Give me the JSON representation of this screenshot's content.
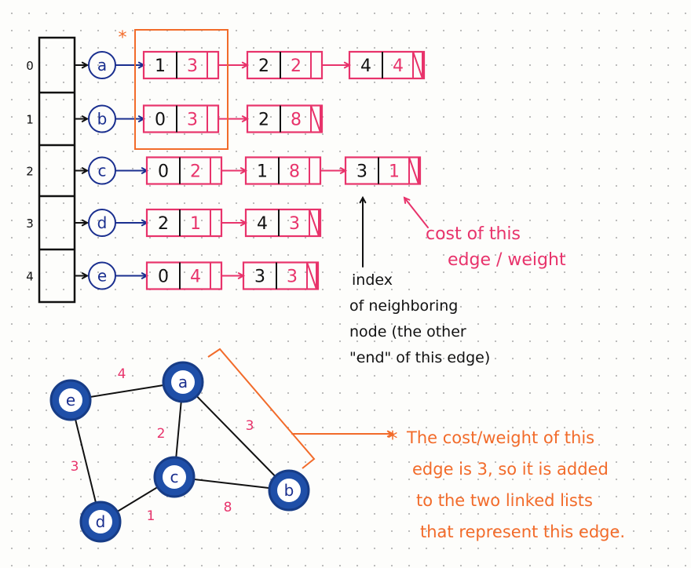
{
  "array": {
    "indices": [
      "0",
      "1",
      "2",
      "3",
      "4"
    ]
  },
  "nodes": [
    "a",
    "b",
    "c",
    "d",
    "e"
  ],
  "lists": [
    [
      {
        "idx": "1",
        "w": "3"
      },
      {
        "idx": "2",
        "w": "2"
      },
      {
        "idx": "4",
        "w": "4"
      }
    ],
    [
      {
        "idx": "0",
        "w": "3"
      },
      {
        "idx": "2",
        "w": "8"
      }
    ],
    [
      {
        "idx": "0",
        "w": "2"
      },
      {
        "idx": "1",
        "w": "8"
      },
      {
        "idx": "3",
        "w": "1"
      }
    ],
    [
      {
        "idx": "2",
        "w": "1"
      },
      {
        "idx": "4",
        "w": "3"
      }
    ],
    [
      {
        "idx": "0",
        "w": "4"
      },
      {
        "idx": "3",
        "w": "3"
      }
    ]
  ],
  "asterisk": "*",
  "annotations": {
    "cost": [
      "cost of this",
      "edge / weight"
    ],
    "index": [
      "index",
      "of neighboring",
      "node (the other",
      "\"end\" of this edge)"
    ],
    "note": [
      "The cost/weight of this",
      "edge is 3, so it is added",
      "to the two linked lists",
      "that represent this edge."
    ]
  },
  "graph": {
    "nodes": [
      {
        "label": "a"
      },
      {
        "label": "b"
      },
      {
        "label": "c"
      },
      {
        "label": "d"
      },
      {
        "label": "e"
      }
    ],
    "edges": [
      {
        "from": "e",
        "to": "a",
        "weight": "4"
      },
      {
        "from": "a",
        "to": "c",
        "weight": "2"
      },
      {
        "from": "a",
        "to": "b",
        "weight": "3"
      },
      {
        "from": "e",
        "to": "d",
        "weight": "3"
      },
      {
        "from": "d",
        "to": "c",
        "weight": "1"
      },
      {
        "from": "c",
        "to": "b",
        "weight": "8"
      }
    ]
  },
  "colors": {
    "ink": "#111111",
    "blue": "#1a2f8f",
    "pink": "#e8336b",
    "orange": "#f26b2a",
    "nodeFill": "#1f4fa8"
  }
}
